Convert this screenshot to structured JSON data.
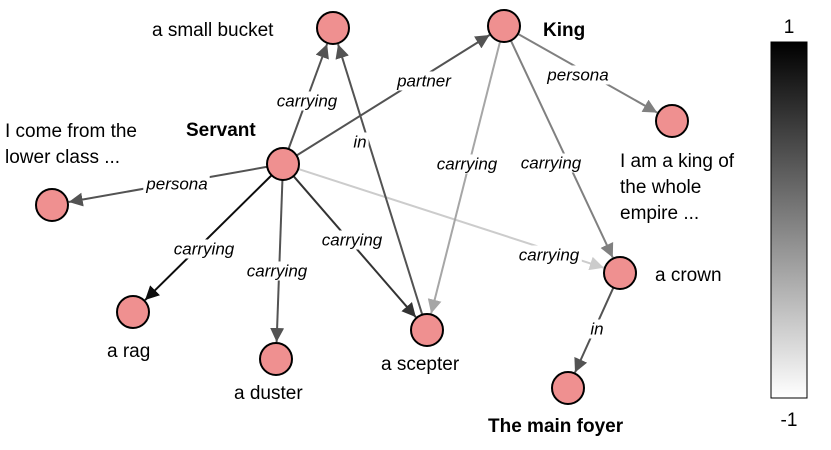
{
  "colorbar": {
    "max_label": "1",
    "min_label": "-1",
    "high_color": "#000000",
    "low_color": "#ffffff"
  },
  "nodes": [
    {
      "id": "servant",
      "label": "Servant",
      "bold": true
    },
    {
      "id": "king",
      "label": "King",
      "bold": true
    },
    {
      "id": "bucket",
      "label": "a small bucket",
      "bold": false
    },
    {
      "id": "servant_persona",
      "label": "I come from the lower class ...",
      "bold": false
    },
    {
      "id": "king_persona",
      "label": "I am a king of the whole empire ...",
      "bold": false
    },
    {
      "id": "rag",
      "label": "a rag",
      "bold": false
    },
    {
      "id": "duster",
      "label": "a duster",
      "bold": false
    },
    {
      "id": "scepter",
      "label": "a scepter",
      "bold": false
    },
    {
      "id": "crown",
      "label": "a crown",
      "bold": false
    },
    {
      "id": "foyer",
      "label": "The main foyer",
      "bold": true
    }
  ],
  "edges": [
    {
      "from": "servant",
      "to": "bucket",
      "label": "carrying",
      "weight": 0.35
    },
    {
      "from": "servant",
      "to": "king",
      "label": "partner",
      "weight": 0.35
    },
    {
      "from": "servant",
      "to": "servant_persona",
      "label": "persona",
      "weight": 0.35
    },
    {
      "from": "servant",
      "to": "rag",
      "label": "carrying",
      "weight": 0.9
    },
    {
      "from": "servant",
      "to": "duster",
      "label": "carrying",
      "weight": 0.35
    },
    {
      "from": "servant",
      "to": "scepter",
      "label": "carrying",
      "weight": 0.6
    },
    {
      "from": "servant",
      "to": "crown",
      "label": "carrying",
      "weight": -0.6
    },
    {
      "from": "scepter",
      "to": "bucket",
      "label": "in",
      "weight": 0.35
    },
    {
      "from": "king",
      "to": "scepter",
      "label": "carrying",
      "weight": -0.3
    },
    {
      "from": "king",
      "to": "crown",
      "label": "carrying",
      "weight": 0.0
    },
    {
      "from": "king",
      "to": "king_persona",
      "label": "persona",
      "weight": 0.0
    },
    {
      "from": "crown",
      "to": "foyer",
      "label": "in",
      "weight": 0.35
    }
  ]
}
